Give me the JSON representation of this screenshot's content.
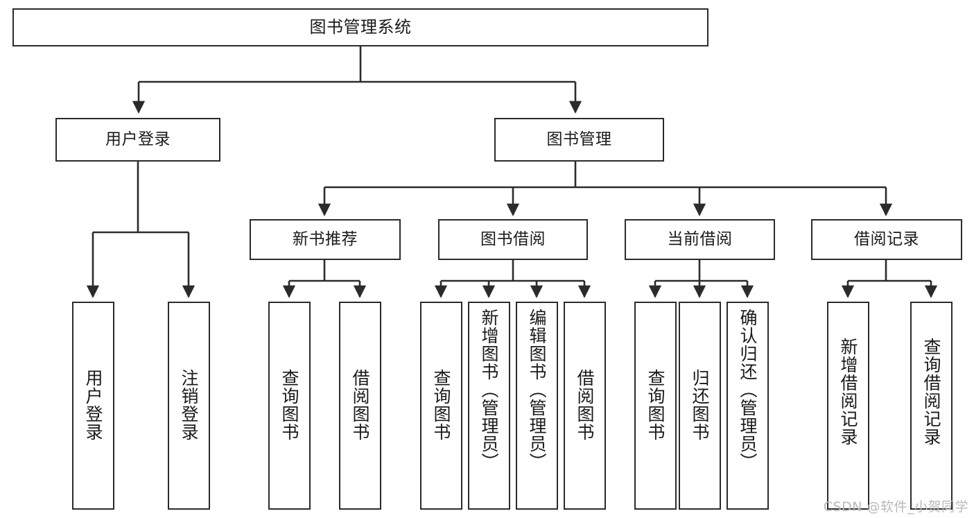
{
  "diagram": {
    "type": "tree-hierarchy-functional-structure",
    "title": "图书管理系统",
    "watermark": "CSDN @软件_小贺同学",
    "colors": {
      "stroke": "#2b2b2b",
      "fill": "#ffffff",
      "text": "#1a1a1a",
      "watermark": "#b9b9b9"
    },
    "nodes": {
      "root": {
        "label": "图书管理系统"
      },
      "level2": [
        {
          "id": "user-login",
          "label": "用户登录"
        },
        {
          "id": "book-manage",
          "label": "图书管理"
        }
      ],
      "level3": [
        {
          "id": "new-book-recommend",
          "label": "新书推荐"
        },
        {
          "id": "book-borrow",
          "label": "图书借阅"
        },
        {
          "id": "current-borrow",
          "label": "当前借阅"
        },
        {
          "id": "borrow-record",
          "label": "借阅记录"
        }
      ],
      "leaves": {
        "user-login": [
          {
            "id": "user-login-leaf",
            "label": "用户登录"
          },
          {
            "id": "user-logout-leaf",
            "label": "注销登录"
          }
        ],
        "new-book-recommend": [
          {
            "id": "query-book-1",
            "label": "查询图书"
          },
          {
            "id": "borrow-book-1",
            "label": "借阅图书"
          }
        ],
        "book-borrow": [
          {
            "id": "query-book-2",
            "label": "查询图书"
          },
          {
            "id": "add-book-admin",
            "label": "新增图书（管理员）"
          },
          {
            "id": "edit-book-admin",
            "label": "编辑图书（管理员）"
          },
          {
            "id": "borrow-book-2",
            "label": "借阅图书"
          }
        ],
        "current-borrow": [
          {
            "id": "query-book-3",
            "label": "查询图书"
          },
          {
            "id": "return-book",
            "label": "归还图书"
          },
          {
            "id": "confirm-return-admin",
            "label": "确认归还（管理员）"
          }
        ],
        "borrow-record": [
          {
            "id": "add-borrow-record",
            "label": "新增借阅记录"
          },
          {
            "id": "query-borrow-record",
            "label": "查询借阅记录"
          }
        ]
      }
    }
  }
}
